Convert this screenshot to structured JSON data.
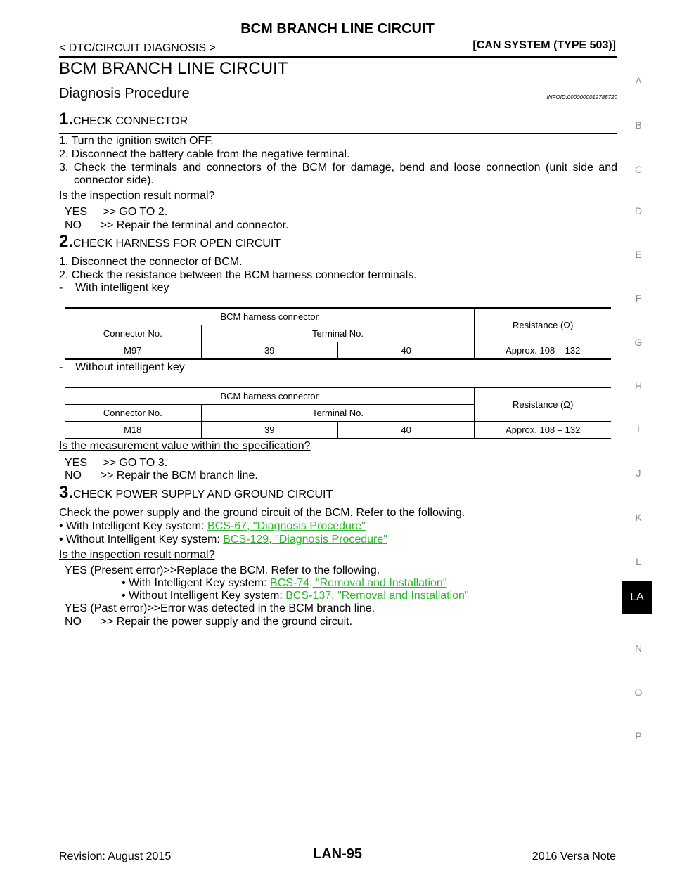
{
  "header": {
    "title": "BCM BRANCH LINE CIRCUIT",
    "left": "< DTC/CIRCUIT DIAGNOSIS >",
    "right": "[CAN SYSTEM (TYPE 503)]"
  },
  "page_title": "BCM BRANCH LINE CIRCUIT",
  "section": {
    "title": "Diagnosis Procedure",
    "infoid": "INFOID:0000000012785720"
  },
  "step1": {
    "num": "1.",
    "title": "CHECK CONNECTOR",
    "items": [
      "1. Turn the ignition switch OFF.",
      "2. Disconnect the battery cable from the negative terminal."
    ],
    "item3_line1": "3. Check the terminals and connectors of the BCM for damage, bend and loose connection (unit side and",
    "item3_line2": "connector side).",
    "question": "Is the inspection result normal?",
    "yes": "YES     >> GO TO 2.",
    "no": "NO      >> Repair the terminal and connector."
  },
  "step2": {
    "num": "2.",
    "title": "CHECK HARNESS FOR OPEN CIRCUIT",
    "items": [
      "1. Disconnect the connector of BCM.",
      "2. Check the resistance between the BCM harness connector terminals.",
      "-    With intelligent key"
    ],
    "without_label": "-    Without intelligent key",
    "question": "Is the measurement value within the specification?",
    "yes": "YES     >> GO TO 3.",
    "no": "NO      >> Repair the BCM branch line."
  },
  "table_headers": {
    "group": "BCM harness connector",
    "resistance": "Resistance (Ω)",
    "connector": "Connector No.",
    "terminal": "Terminal No."
  },
  "table1": {
    "connector": "M97",
    "t1": "39",
    "t2": "40",
    "resistance": "Approx. 108 – 132"
  },
  "table2": {
    "connector": "M18",
    "t1": "39",
    "t2": "40",
    "resistance": "Approx. 108 – 132"
  },
  "step3": {
    "num": "3.",
    "title": "CHECK POWER SUPPLY AND GROUND CIRCUIT",
    "intro": "Check the power supply and the ground circuit of the BCM. Refer to the following.",
    "with_label": "• With Intelligent Key system: ",
    "with_link": "BCS-67, \"Diagnosis Procedure\"",
    "without_label": "• Without Intelligent Key system: ",
    "without_link": "BCS-129, \"Diagnosis Procedure\"",
    "question": "Is the inspection result normal?",
    "yes_present": "YES (Present error)>>Replace the BCM. Refer to the following.",
    "sub_with_label": "• With Intelligent Key system: ",
    "sub_with_link": "BCS-74, \"Removal and Installation\"",
    "sub_without_label": "• Without Intelligent Key system: ",
    "sub_without_link": "BCS-137, \"Removal and Installation\"",
    "yes_past": "YES (Past error)>>Error was detected in the BCM branch line.",
    "no": "NO      >> Repair the power supply and the ground circuit."
  },
  "side_index": [
    "A",
    "B",
    "C",
    "D",
    "E",
    "F",
    "G",
    "H",
    "I",
    "J",
    "K",
    "L",
    "N",
    "O",
    "P"
  ],
  "side_active": "LA",
  "colors": {
    "link": "#2bb52b",
    "side_letter": "#888888",
    "active_tab_bg": "#000000"
  },
  "footer": {
    "left": "Revision: August 2015",
    "center": "LAN-95",
    "right": "2016 Versa Note"
  }
}
